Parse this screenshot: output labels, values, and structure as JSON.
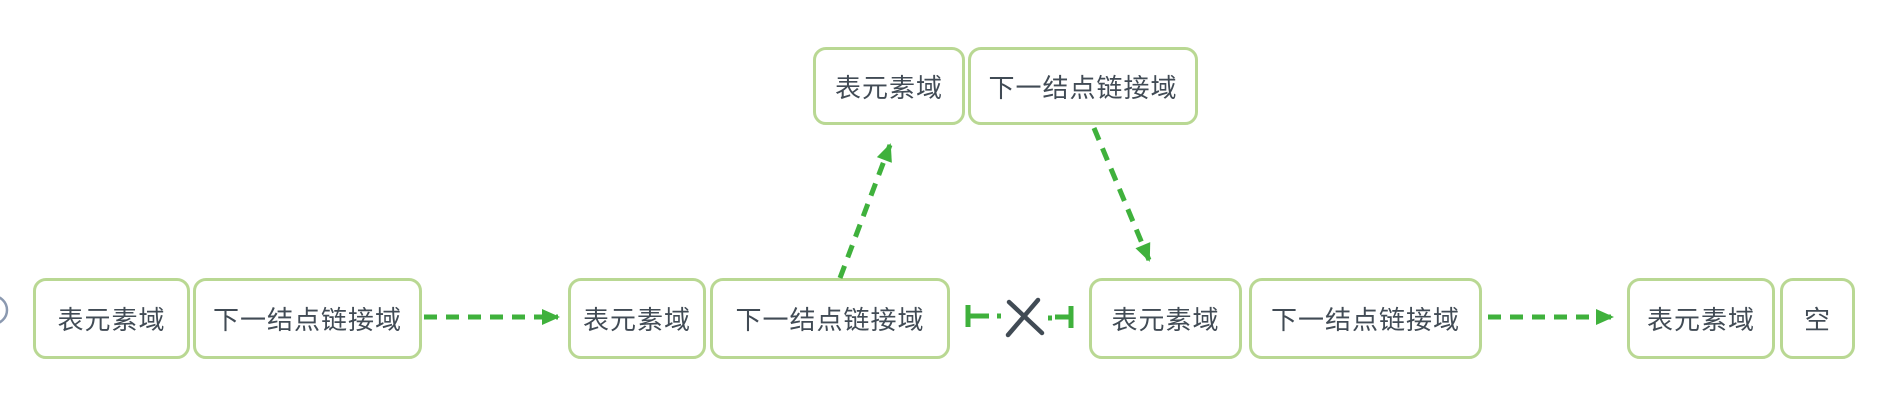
{
  "diagram": {
    "nodes": {
      "new_node": {
        "element_label": "表元素域",
        "link_label": "下一结点链接域"
      },
      "node1": {
        "element_label": "表元素域",
        "link_label": "下一结点链接域"
      },
      "node2": {
        "element_label": "表元素域",
        "link_label": "下一结点链接域"
      },
      "node3": {
        "element_label": "表元素域",
        "link_label": "下一结点链接域"
      },
      "tail_node": {
        "element_label": "表元素域",
        "null_label": "空"
      }
    },
    "icons": {
      "broken_link": "cross-icon",
      "link_break_ends": "tee-bar-icon",
      "connectors": "dashed-arrow-icon"
    },
    "colors": {
      "node_border": "#b9d893",
      "node_fill": "#ffffff",
      "arrow_green": "#3fb13c",
      "text": "#414b55",
      "cross": "#414b55",
      "edge_circle": "#8b99b0"
    }
  }
}
